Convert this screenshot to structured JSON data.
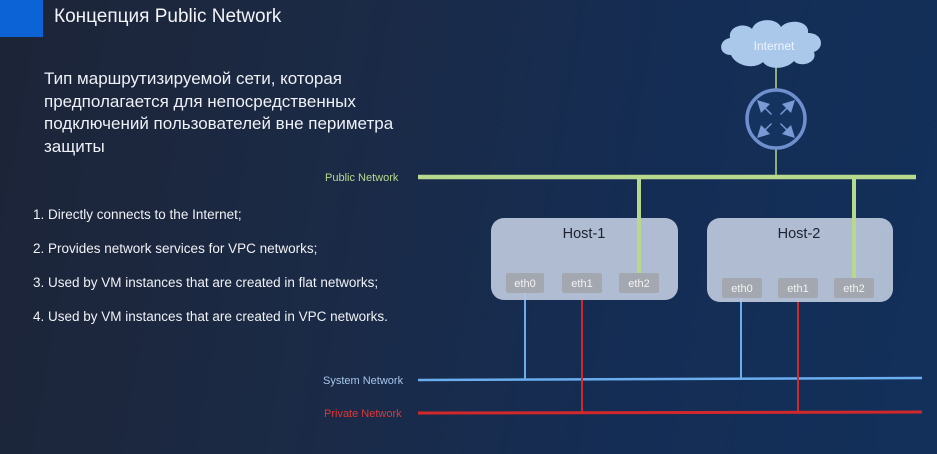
{
  "slide": {
    "title": "Концепция Public Network",
    "description": "Тип маршрутизируемой сети, которая предполагается для непосредственных подключений пользователей вне периметра защиты",
    "points": [
      "1. Directly connects to the Internet;",
      "2. Provides network services for VPC networks;",
      "3. Used by VM instances that are created in flat networks;",
      "4. Used by VM instances that are created in VPC networks."
    ]
  },
  "diagram": {
    "internet_label": "Internet",
    "router_icon": "router-icon",
    "networks": {
      "public": {
        "label": "Public Network",
        "color": "#b7d98e"
      },
      "system": {
        "label": "System Network",
        "color": "#6aaef0"
      },
      "private": {
        "label": "Private Network",
        "color": "#d0282b"
      }
    },
    "hosts": [
      {
        "name": "Host-1",
        "interfaces": [
          "eth0",
          "eth1",
          "eth2"
        ]
      },
      {
        "name": "Host-2",
        "interfaces": [
          "eth0",
          "eth1",
          "eth2"
        ]
      }
    ],
    "colors": {
      "accent": "#0b63d6",
      "cloud": "#a9c8ea",
      "router": "#6f8fcf",
      "host_box": "#b7c4d9",
      "interface_box": "#a3a8b0"
    }
  }
}
